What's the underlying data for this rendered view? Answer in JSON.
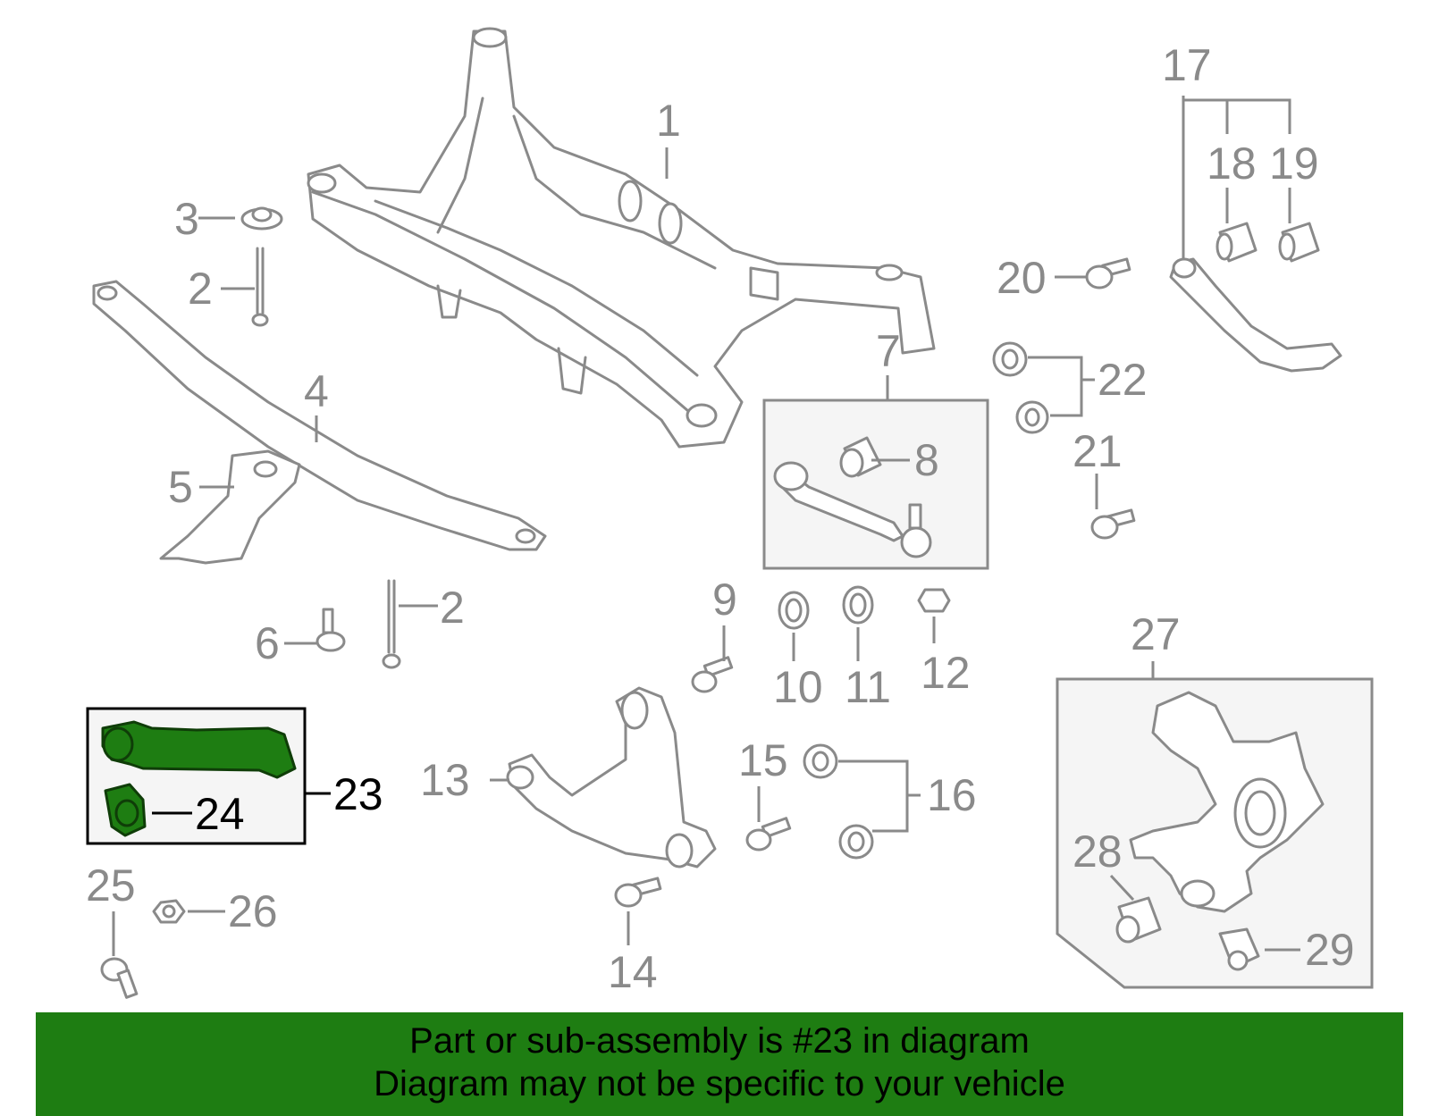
{
  "callouts": {
    "c1": "1",
    "c2a": "2",
    "c2b": "2",
    "c3": "3",
    "c4": "4",
    "c5": "5",
    "c6": "6",
    "c7": "7",
    "c8": "8",
    "c9": "9",
    "c10": "10",
    "c11": "11",
    "c12": "12",
    "c13": "13",
    "c14": "14",
    "c15": "15",
    "c16": "16",
    "c17": "17",
    "c18": "18",
    "c19": "19",
    "c20": "20",
    "c21": "21",
    "c22": "22",
    "c23": "23",
    "c24": "24",
    "c25": "25",
    "c26": "26",
    "c27": "27",
    "c28": "28",
    "c29": "29"
  },
  "banner": {
    "line1": "Part or sub-assembly is #23 in diagram",
    "line2": "Diagram may not be specific to your vehicle"
  },
  "colors": {
    "highlight": "#1e7d12",
    "line": "#8a8a8a"
  }
}
